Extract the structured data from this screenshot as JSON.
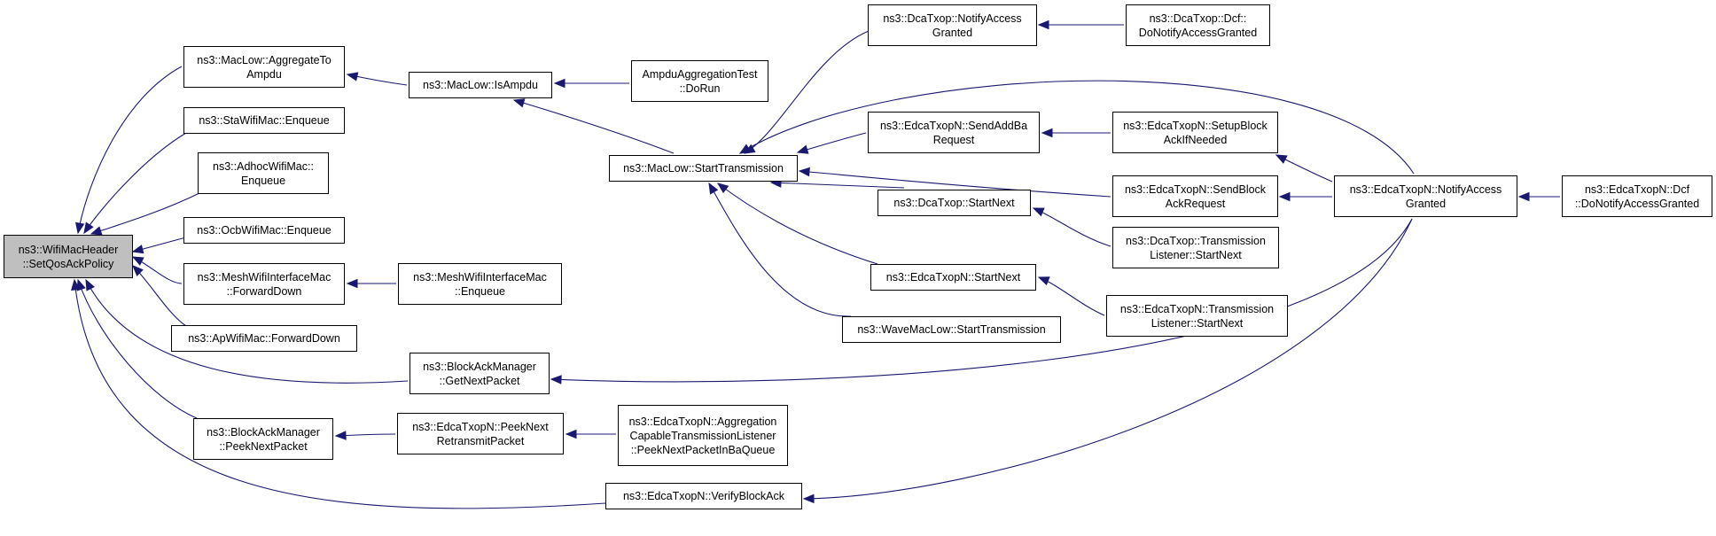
{
  "colors": {
    "edge": "#191970",
    "node_border": "#000000",
    "root_fill": "#bfbfbf",
    "node_fill": "#ffffff"
  },
  "nodes": {
    "n0": {
      "label": "ns3::WifiMacHeader\n::SetQosAckPolicy",
      "root": true
    },
    "n1": {
      "label": "ns3::MacLow::AggregateTo\nAmpdu"
    },
    "n2": {
      "label": "ns3::StaWifiMac::Enqueue"
    },
    "n3": {
      "label": "ns3::AdhocWifiMac::\nEnqueue"
    },
    "n4": {
      "label": "ns3::OcbWifiMac::Enqueue"
    },
    "n5": {
      "label": "ns3::MeshWifiInterfaceMac\n::ForwardDown"
    },
    "n6": {
      "label": "ns3::ApWifiMac::ForwardDown"
    },
    "n7": {
      "label": "ns3::BlockAckManager\n::GetNextPacket"
    },
    "n8": {
      "label": "ns3::BlockAckManager\n::PeekNextPacket"
    },
    "n9": {
      "label": "ns3::EdcaTxopN::VerifyBlockAck"
    },
    "n10": {
      "label": "ns3::MacLow::IsAmpdu"
    },
    "n11": {
      "label": "ns3::MeshWifiInterfaceMac\n::Enqueue"
    },
    "n12": {
      "label": "ns3::EdcaTxopN::PeekNext\nRetransmitPacket"
    },
    "n13": {
      "label": "AmpduAggregationTest\n::DoRun"
    },
    "n14": {
      "label": "ns3::MacLow::StartTransmission"
    },
    "n15": {
      "label": "ns3::EdcaTxopN::Aggregation\nCapableTransmissionListener\n::PeekNextPacketInBaQueue"
    },
    "n16": {
      "label": "ns3::DcaTxop::NotifyAccess\nGranted"
    },
    "n17": {
      "label": "ns3::EdcaTxopN::SendAddBa\nRequest"
    },
    "n18": {
      "label": "ns3::DcaTxop::StartNext"
    },
    "n19": {
      "label": "ns3::EdcaTxopN::StartNext"
    },
    "n20": {
      "label": "ns3::WaveMacLow::StartTransmission"
    },
    "n21": {
      "label": "ns3::DcaTxop::Dcf::\nDoNotifyAccessGranted"
    },
    "n22": {
      "label": "ns3::EdcaTxopN::SetupBlock\nAckIfNeeded"
    },
    "n23": {
      "label": "ns3::EdcaTxopN::SendBlock\nAckRequest"
    },
    "n24": {
      "label": "ns3::DcaTxop::Transmission\nListener::StartNext"
    },
    "n25": {
      "label": "ns3::EdcaTxopN::Transmission\nListener::StartNext"
    },
    "n26": {
      "label": "ns3::EdcaTxopN::NotifyAccess\nGranted"
    },
    "n27": {
      "label": "ns3::EdcaTxopN::Dcf\n::DoNotifyAccessGranted"
    }
  },
  "edges": [
    [
      "n1",
      "n0"
    ],
    [
      "n2",
      "n0"
    ],
    [
      "n3",
      "n0"
    ],
    [
      "n4",
      "n0"
    ],
    [
      "n5",
      "n0"
    ],
    [
      "n6",
      "n0"
    ],
    [
      "n7",
      "n0"
    ],
    [
      "n8",
      "n0"
    ],
    [
      "n9",
      "n0"
    ],
    [
      "n10",
      "n1"
    ],
    [
      "n11",
      "n5"
    ],
    [
      "n12",
      "n8"
    ],
    [
      "n13",
      "n10"
    ],
    [
      "n14",
      "n10"
    ],
    [
      "n15",
      "n12"
    ],
    [
      "n16",
      "n14"
    ],
    [
      "n17",
      "n14"
    ],
    [
      "n18",
      "n14"
    ],
    [
      "n19",
      "n14"
    ],
    [
      "n20",
      "n14"
    ],
    [
      "n23",
      "n14"
    ],
    [
      "n26",
      "n14"
    ],
    [
      "n21",
      "n16"
    ],
    [
      "n22",
      "n17"
    ],
    [
      "n24",
      "n18"
    ],
    [
      "n25",
      "n19"
    ],
    [
      "n26",
      "n22"
    ],
    [
      "n26",
      "n23"
    ],
    [
      "n26",
      "n7"
    ],
    [
      "n26",
      "n9"
    ],
    [
      "n27",
      "n26"
    ]
  ]
}
